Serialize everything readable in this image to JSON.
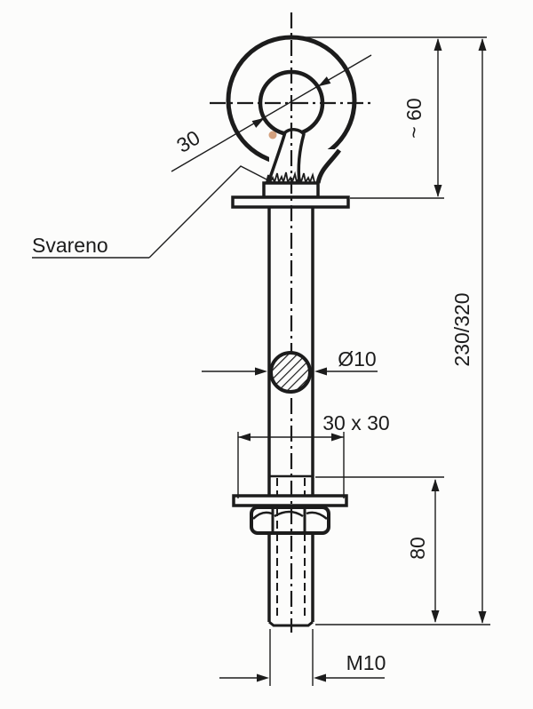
{
  "drawing": {
    "labels": {
      "weld_note": "Svareno",
      "eye_hole_diameter": "30",
      "eye_height": "~ 60",
      "overall_length": "230/320",
      "rod_diameter": "Ø10",
      "plate_size": "30 x 30",
      "thread_length": "80",
      "thread_spec": "M10"
    },
    "colors": {
      "ink": "#1c1c1c",
      "paper": "#fcfcfb",
      "stain": "#c98a5f"
    }
  }
}
